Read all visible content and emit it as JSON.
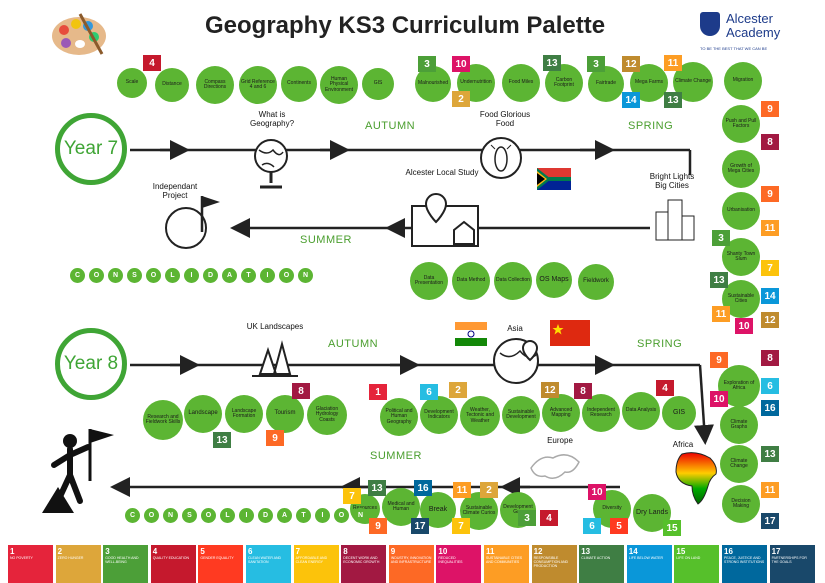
{
  "title": "Geography KS3 Curriculum Palette",
  "school": {
    "name_line1": "Alcester",
    "name_line2": "Academy",
    "tagline": "TO BE THE BEST THAT WE CAN BE"
  },
  "colors": {
    "green": "#5cb533",
    "year_ring": "#3fa535",
    "arrow": "#222222"
  },
  "top_circles": [
    "Scale",
    "Distance",
    "Compass Directions",
    "Grid Reference 4 and 6",
    "Continents",
    "Human Physical Environment",
    "GIS"
  ],
  "top_circles_right": [
    "Malnourished",
    "Undernutrition",
    "Food Miles",
    "Carbon Footprint",
    "Fairtrade",
    "Mega Farms",
    "Climate Change"
  ],
  "right_circles": [
    "Migration",
    "Push and Pull Factors",
    "Growth of Mega Cities",
    "Urbanisation",
    "Shanty Town Slum",
    "Sustainable Cities",
    "Exploration of Africa",
    "Climate Graphs",
    "Climate Change",
    "Decision Making"
  ],
  "year7": {
    "label": "Year 7",
    "autumn": "AUTUMN",
    "spring": "SPRING",
    "summer": "SUMMER",
    "topics": {
      "what": "What is Geography?",
      "food": "Food Glorious Food",
      "bright": "Bright Lights Big Cities",
      "alcester": "Alcester Local Study",
      "independent": "Independant Project"
    },
    "summer_circles": [
      "Data Presentation",
      "Data Method",
      "Data Collection",
      "OS Maps",
      "Fieldwork"
    ]
  },
  "consolidation": [
    "C",
    "O",
    "N",
    "S",
    "O",
    "L",
    "I",
    "D",
    "A",
    "T",
    "I",
    "O",
    "N"
  ],
  "year8": {
    "label": "Year 8",
    "autumn": "AUTUMN",
    "spring": "SPRING",
    "summer": "SUMMER",
    "topics": {
      "uk": "UK Landscapes",
      "asia": "Asia",
      "europe": "Europe",
      "africa": "Africa"
    },
    "autumn_circles": [
      "Research and Fieldwork Skills",
      "Landscape",
      "Landscape Formation",
      "Tourism",
      "Glaciation Hydrology Coasts"
    ],
    "spring_circles": [
      "Political and Human Geography",
      "Development Indicators",
      "Weather, Tectonic and Weather",
      "Sustainable Development",
      "Advanced Mapping",
      "Independent Research",
      "Data Analysis",
      "GIS"
    ],
    "summer_circles": [
      "Dry Lands",
      "Diversity",
      "Development Gap",
      "Sustainable Climate Curios",
      "Break",
      "Medical and Human",
      "Resources"
    ]
  },
  "sdgs": [
    {
      "n": "1",
      "t": "NO POVERTY",
      "c": "#e5243b"
    },
    {
      "n": "2",
      "t": "ZERO HUNGER",
      "c": "#dda63a"
    },
    {
      "n": "3",
      "t": "GOOD HEALTH AND WELL-BEING",
      "c": "#4c9f38"
    },
    {
      "n": "4",
      "t": "QUALITY EDUCATION",
      "c": "#c5192d"
    },
    {
      "n": "5",
      "t": "GENDER EQUALITY",
      "c": "#ff3a21"
    },
    {
      "n": "6",
      "t": "CLEAN WATER AND SANITATION",
      "c": "#26bde2"
    },
    {
      "n": "7",
      "t": "AFFORDABLE AND CLEAN ENERGY",
      "c": "#fcc30b"
    },
    {
      "n": "8",
      "t": "DECENT WORK AND ECONOMIC GROWTH",
      "c": "#a21942"
    },
    {
      "n": "9",
      "t": "INDUSTRY, INNOVATION AND INFRASTRUCTURE",
      "c": "#fd6925"
    },
    {
      "n": "10",
      "t": "REDUCED INEQUALITIES",
      "c": "#dd1367"
    },
    {
      "n": "11",
      "t": "SUSTAINABLE CITIES AND COMMUNITIES",
      "c": "#fd9d24"
    },
    {
      "n": "12",
      "t": "RESPONSIBLE CONSUMPTION AND PRODUCTION",
      "c": "#bf8b2e"
    },
    {
      "n": "13",
      "t": "CLIMATE ACTION",
      "c": "#3f7e44"
    },
    {
      "n": "14",
      "t": "LIFE BELOW WATER",
      "c": "#0a97d9"
    },
    {
      "n": "15",
      "t": "LIFE ON LAND",
      "c": "#56c02b"
    },
    {
      "n": "16",
      "t": "PEACE, JUSTICE AND STRONG INSTITUTIONS",
      "c": "#00689d"
    },
    {
      "n": "17",
      "t": "PARTNERSHIPS FOR THE GOALS",
      "c": "#19486a"
    }
  ]
}
